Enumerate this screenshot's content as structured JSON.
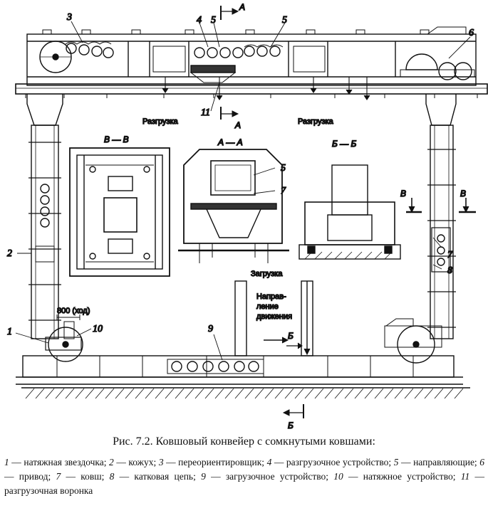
{
  "labels": {
    "section_aa": "А — А",
    "section_bb": "Б — Б",
    "section_vv": "В — В",
    "mark_a_top": "А",
    "mark_a_bottom": "А",
    "mark_b_mid": "Б",
    "mark_b_bottom": "Б",
    "mark_v_left": "В",
    "mark_v_right": "В",
    "unload_1": "Разгрузка",
    "unload_2": "Разгрузка",
    "load": "Загрузка",
    "direction_line1": "Направ-",
    "direction_line2": "ление",
    "direction_line3": "движения",
    "stroke": "800 (ход)"
  },
  "numbers": {
    "n1": "1",
    "n2": "2",
    "n3": "3",
    "n4": "4",
    "n5a": "5",
    "n5b": "5",
    "n5c": "5",
    "n6": "6",
    "n7a": "7",
    "n7b": "7",
    "n8": "8",
    "n9": "9",
    "n10": "10",
    "n11": "11"
  },
  "caption": "Рис. 7.2. Ковшовый конвейер с сомкнутыми ковшами:",
  "legend": [
    {
      "num": "1",
      "text": " — натяжная звездочка; "
    },
    {
      "num": "2",
      "text": " — кожух; "
    },
    {
      "num": "3",
      "text": " — переориентировщик; "
    },
    {
      "num": "4",
      "text": " — разгрузочное устройство; "
    },
    {
      "num": "5",
      "text": " — направляющие; "
    },
    {
      "num": "6",
      "text": " — привод; "
    },
    {
      "num": "7",
      "text": " — ковш; "
    },
    {
      "num": "8",
      "text": " — катковая цепь; "
    },
    {
      "num": "9",
      "text": " — загрузочное устройство; "
    },
    {
      "num": "10",
      "text": " — натяжное устройство; "
    },
    {
      "num": "11",
      "text": " — разгрузочная воронка"
    }
  ]
}
